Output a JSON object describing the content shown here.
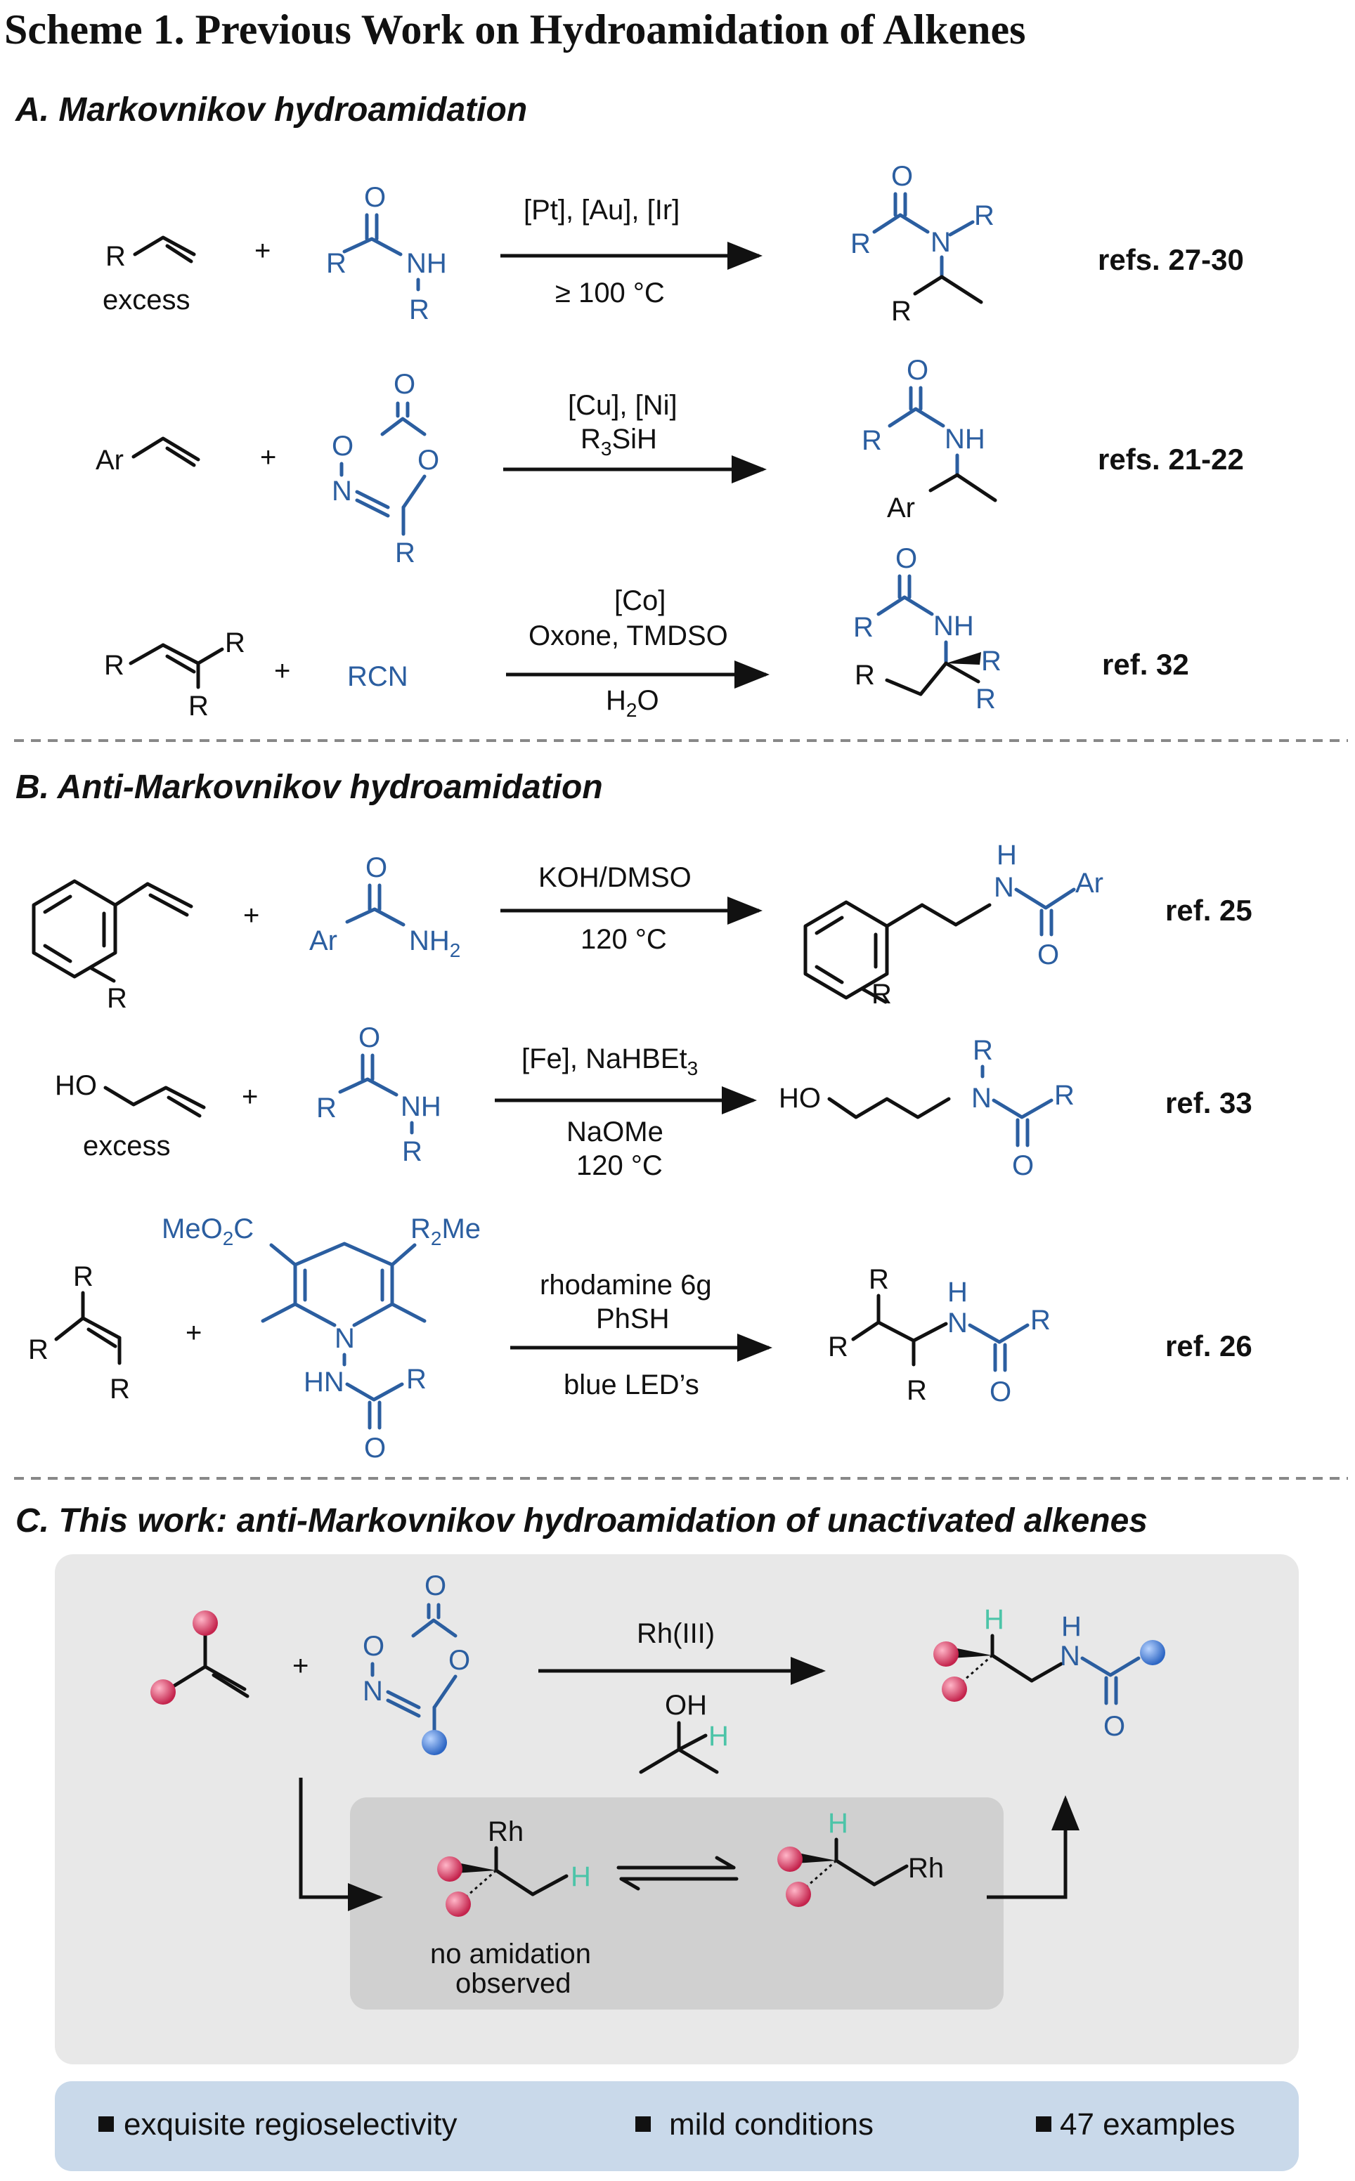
{
  "title": "Scheme 1. Previous Work on Hydroamidation of Alkenes",
  "section_a": {
    "heading": "A. Markovnikov hydroamidation",
    "r1": {
      "alkene_label": "R",
      "note": "excess",
      "plus": "+",
      "amide_r": "R",
      "amide_nh": "NH",
      "amide_o": "O",
      "amide_nr": "R",
      "cond_top": "[Pt], [Au], [Ir]",
      "cond_bottom": "≥ 100 °C",
      "prod_o": "O",
      "prod_r1": "R",
      "prod_n": "N",
      "prod_r2": "R",
      "prod_r3": "R",
      "ref": "refs. 27-30"
    },
    "r2": {
      "alkene_label": "Ar",
      "plus": "+",
      "ring_o_top": "O",
      "ring_o1": "O",
      "ring_o2": "O",
      "ring_n": "N",
      "ring_r": "R",
      "cond_top": "[Cu], [Ni]",
      "cond_mid": "R",
      "cond_mid_sub": "3",
      "cond_mid_end": "SiH",
      "prod_o": "O",
      "prod_r": "R",
      "prod_nh": "NH",
      "prod_ar": "Ar",
      "ref": "refs. 21-22"
    },
    "r3": {
      "r_left": "R",
      "r_top": "R",
      "r_bottom": "R",
      "plus": "+",
      "nitrile": "RCN",
      "cond_top": "[Co]",
      "cond_mid": "Oxone, TMDSO",
      "cond_bottom_main": "H",
      "cond_bottom_sub": "2",
      "cond_bottom_end": "O",
      "prod_o": "O",
      "prod_r": "R",
      "prod_nh": "NH",
      "prod_r2": "R",
      "prod_r3": "R",
      "prod_r4": "R",
      "ref": "ref. 32"
    }
  },
  "section_b": {
    "heading": "B. Anti-Markovnikov hydroamidation",
    "r1": {
      "ring_r": "R",
      "plus": "+",
      "amide_o": "O",
      "amide_ar": "Ar",
      "amide_nh": "NH",
      "amide_sub": "2",
      "cond_top": "KOH/DMSO",
      "cond_bottom": "120 °C",
      "prod_h": "H",
      "prod_n": "N",
      "prod_ar": "Ar",
      "prod_o": "O",
      "prod_r": "R",
      "ref": "ref. 25"
    },
    "r2": {
      "ho": "HO",
      "note": "excess",
      "plus": "+",
      "amide_o": "O",
      "amide_r": "R",
      "amide_nh": "NH",
      "amide_nr": "R",
      "cond_top": "[Fe], NaHBEt",
      "cond_top_sub": "3",
      "cond_b1": "NaOMe",
      "cond_b2": "120 °C",
      "prod_ho": "HO",
      "prod_r": "R",
      "prod_n": "N",
      "prod_r2": "R",
      "prod_o": "O",
      "ref": "ref. 33"
    },
    "r3": {
      "r1": "R",
      "r2": "R",
      "r3": "R",
      "plus": "+",
      "hl_l": "MeO",
      "hl_l_sub": "2",
      "hl_l_end": "C",
      "hl_r": "R",
      "hl_r_sub": "2",
      "hl_r_end": "Me",
      "hl_n": "N",
      "hl_hn": "HN",
      "hl_o": "O",
      "cond_top": "rhodamine 6g",
      "cond_mid": "PhSH",
      "cond_bottom": "blue LED’s",
      "prod_r1": "R",
      "prod_r2": "R",
      "prod_r3": "R",
      "prod_h": "H",
      "prod_n": "N",
      "prod_r4": "R",
      "prod_o": "O",
      "ref": "ref. 26"
    }
  },
  "section_c": {
    "heading": "C. This work: anti-Markovnikov hydroamidation of unactivated alkenes",
    "plus": "+",
    "ring_o_top": "O",
    "ring_o1": "O",
    "ring_o2": "O",
    "ring_n": "N",
    "cond_top": "Rh(III)",
    "alcohol_oh": "OH",
    "alcohol_h": "H",
    "prod_h": "H",
    "prod_nh_h": "H",
    "prod_n": "N",
    "prod_o": "O",
    "inter1_rh": "Rh",
    "inter1_h": "H",
    "inter1_note1": "no amidation",
    "inter1_note2": "observed",
    "inter2_h": "H",
    "inter2_rh": "Rh"
  },
  "features": [
    "exquisite regioselectivity",
    "mild conditions",
    "47 examples"
  ],
  "colors": {
    "blue": "#2b5ea0",
    "green": "#4cc4a8",
    "red": "#d6335a",
    "panel": "#e8e8e8",
    "inner": "#d0d0d0",
    "feature_bar": "#c9d9ea"
  }
}
